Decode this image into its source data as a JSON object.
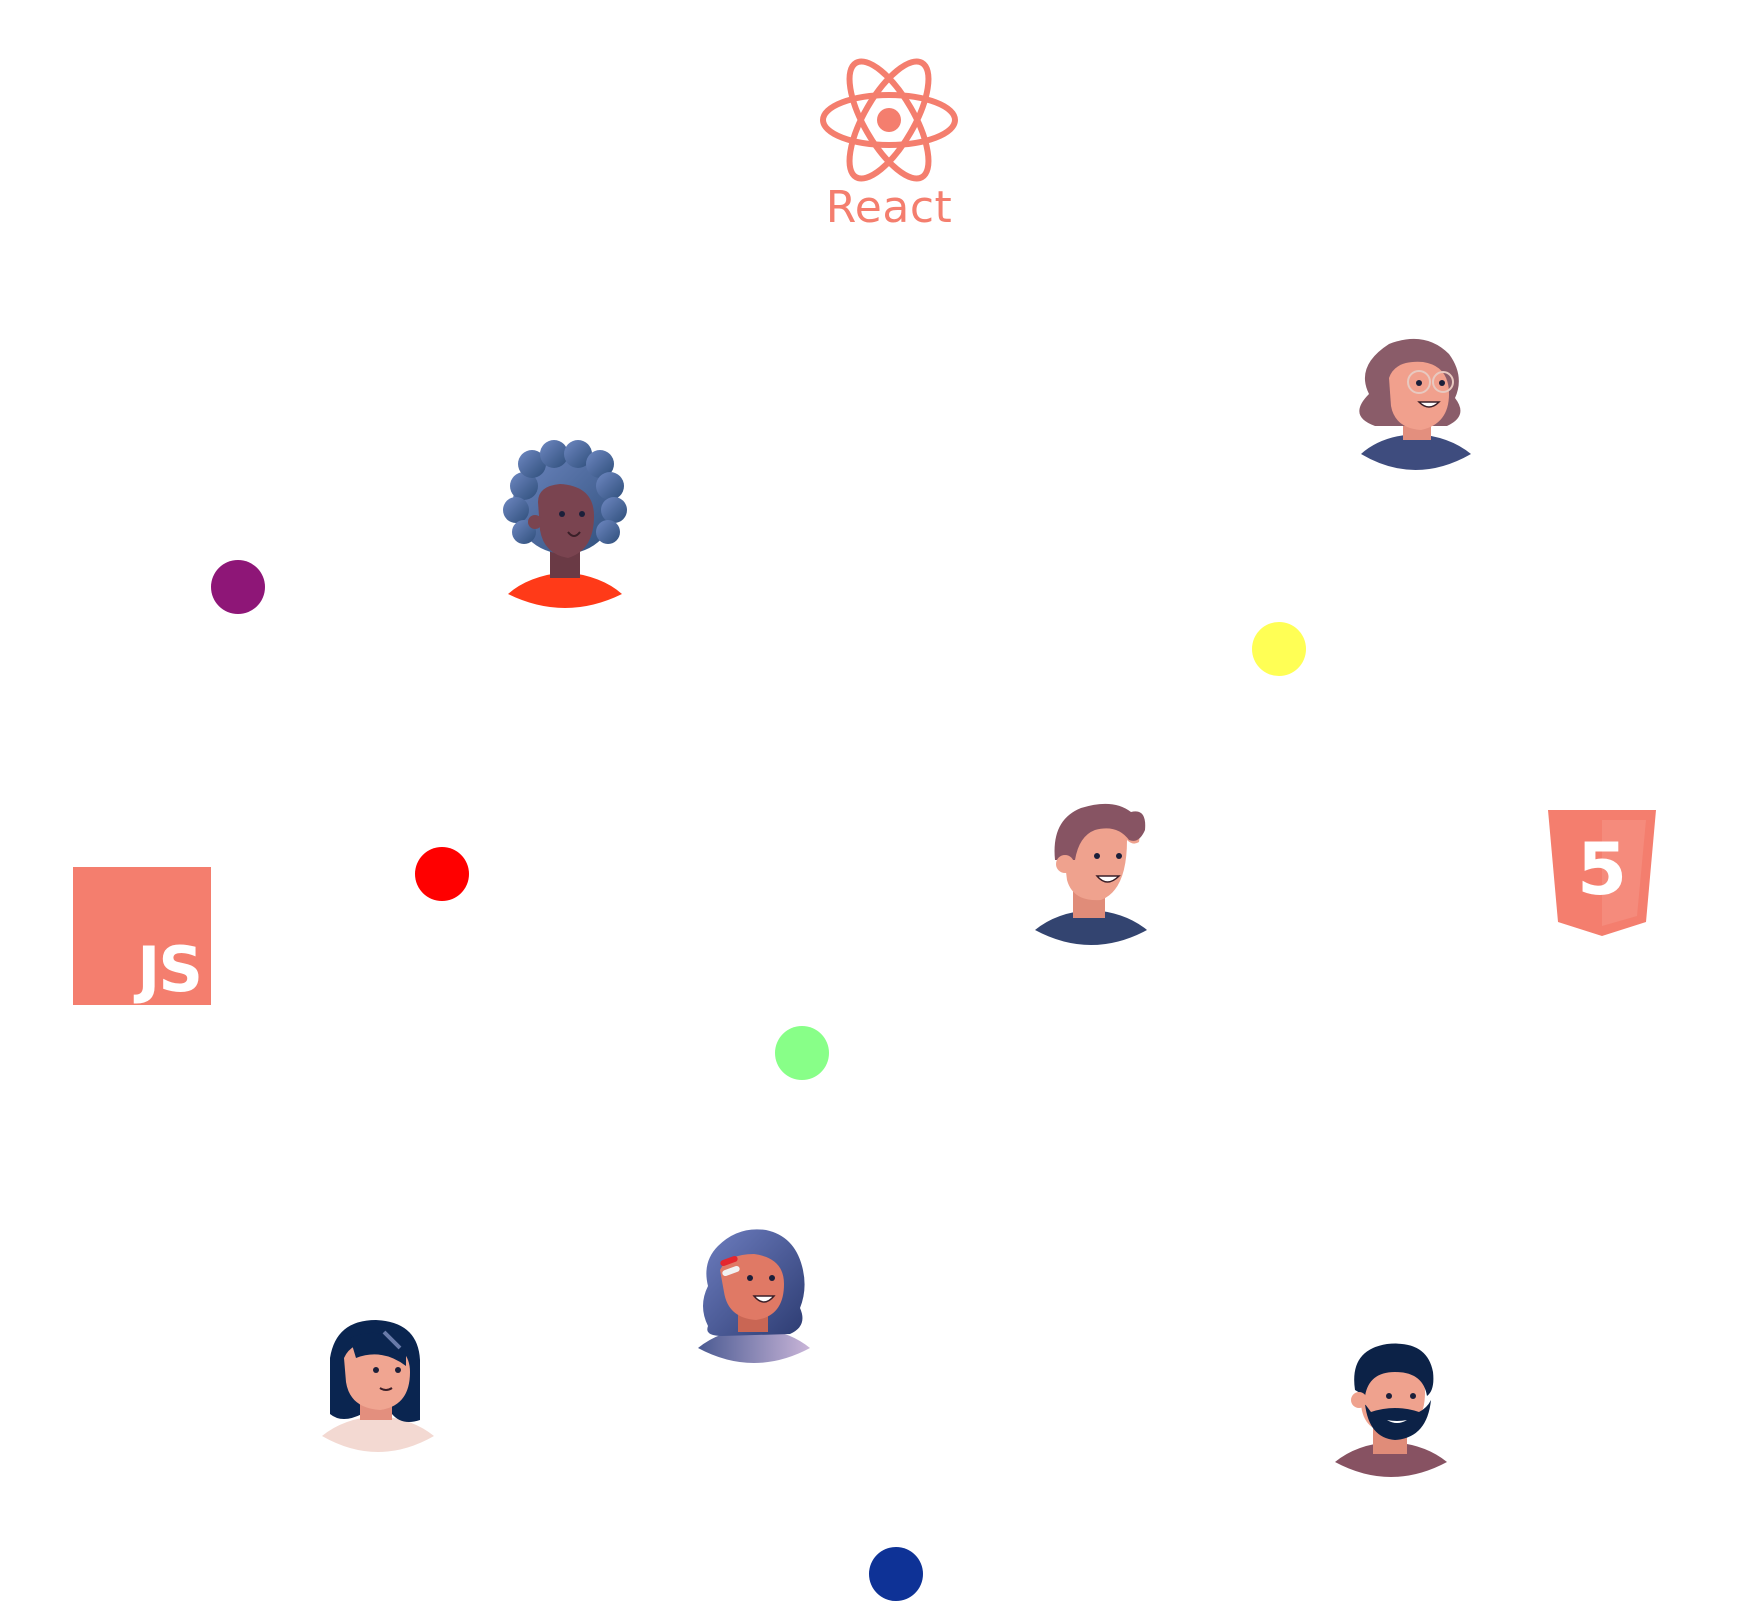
{
  "logos": {
    "react_label": "React",
    "js_label": "JS",
    "html5_label": "5",
    "accent_color": "#F47E6E"
  },
  "dots": [
    {
      "name": "purple-dot",
      "color": "#8E1677"
    },
    {
      "name": "yellow-dot",
      "color": "#FFFF55"
    },
    {
      "name": "red-dot",
      "color": "#FF0000"
    },
    {
      "name": "green-dot",
      "color": "#88FF88"
    },
    {
      "name": "navy-dot",
      "color": "#0E3296"
    }
  ],
  "avatars": [
    {
      "name": "avatar-curly-hair-woman",
      "shirt": "#FF3A18",
      "hair": "#4D6A96",
      "skin": "#7A4450"
    },
    {
      "name": "avatar-glasses-woman",
      "shirt": "#3E4C7E",
      "hair": "#8A5C69",
      "skin": "#F1A08D"
    },
    {
      "name": "avatar-short-hair-man",
      "shirt": "#334470",
      "hair": "#875463",
      "skin": "#EFA28E"
    },
    {
      "name": "avatar-long-hair-woman",
      "shirt": "#F3D9D2",
      "hair": "#0A2550",
      "skin": "#F0A591"
    },
    {
      "name": "avatar-wavy-hair-woman",
      "shirt": "#6B6FA6",
      "hair": "#4D5C9A",
      "skin": "#E07965"
    },
    {
      "name": "avatar-bearded-man",
      "shirt": "#875262",
      "hair": "#0C2247",
      "skin": "#EFA28E"
    }
  ]
}
